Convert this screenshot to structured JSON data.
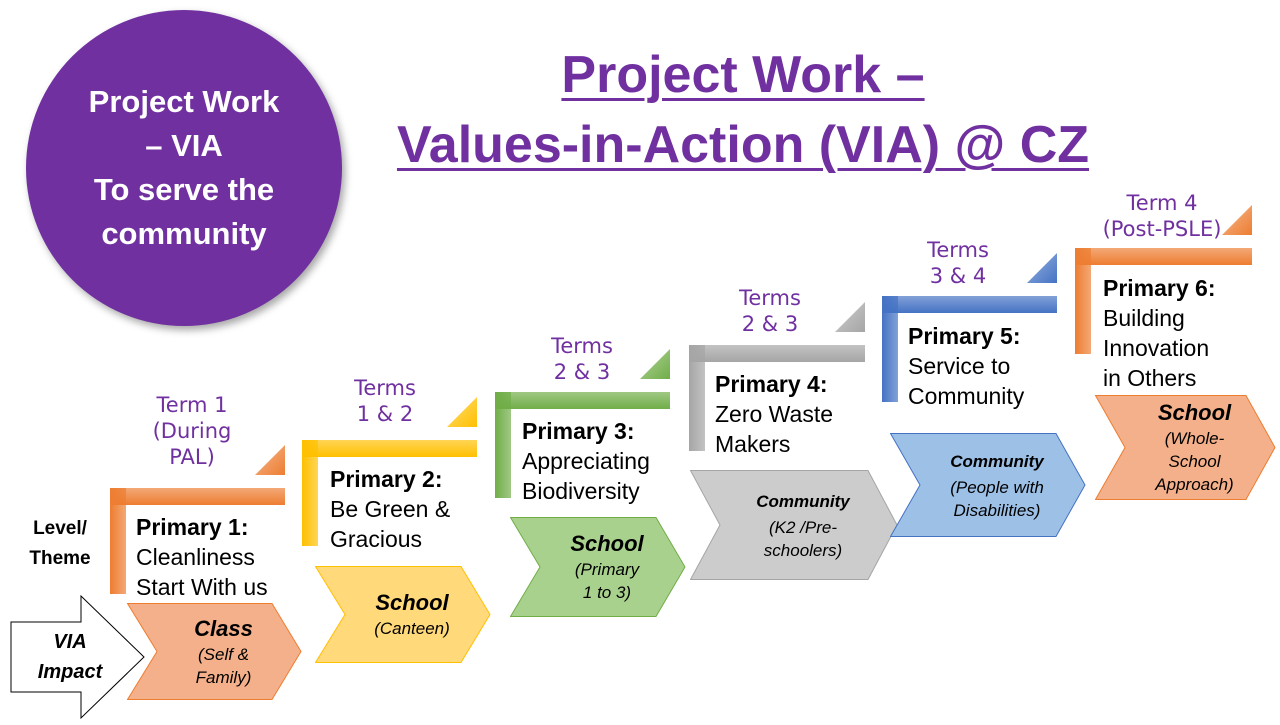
{
  "circle_text": [
    "Project Work",
    "– VIA",
    "To serve the",
    "community"
  ],
  "title": {
    "line1": "Project Work –",
    "line2": "Values-in-Action (VIA) @ CZ"
  },
  "level_theme": [
    "Level/",
    "Theme"
  ],
  "via_impact": [
    "VIA",
    "Impact"
  ],
  "colors": {
    "purple": "#7030a0"
  },
  "stages": [
    {
      "term": [
        "Term 1",
        "(During",
        "PAL)"
      ],
      "level": "Primary 1:",
      "theme": [
        "Cleanliness",
        "Start With us"
      ],
      "impact": "Class",
      "impact_detail": [
        "(Self &",
        "Family)"
      ],
      "color": "#ed7d31",
      "fill": "#f4b08a"
    },
    {
      "term": [
        "Terms",
        "1 & 2"
      ],
      "level": "Primary 2:",
      "theme": [
        "Be Green &",
        "Gracious"
      ],
      "impact": "School",
      "impact_detail": [
        "(Canteen)"
      ],
      "color": "#ffc000",
      "fill": "#ffd97a"
    },
    {
      "term": [
        "Terms",
        "2 & 3"
      ],
      "level": "Primary 3:",
      "theme": [
        "Appreciating",
        "Biodiversity"
      ],
      "impact": "School",
      "impact_detail": [
        "(Primary",
        "1 to 3)"
      ],
      "color": "#70ad47",
      "fill": "#a9d18e"
    },
    {
      "term": [
        "Terms",
        "2 & 3"
      ],
      "level": "Primary 4:",
      "theme": [
        "Zero Waste",
        "Makers"
      ],
      "impact": "Community",
      "impact_detail": [
        "(K2 /Pre-",
        "schoolers)"
      ],
      "color": "#a5a5a5",
      "fill": "#cccccc"
    },
    {
      "term": [
        "Terms",
        "3 & 4"
      ],
      "level": "Primary 5:",
      "theme": [
        "Service to",
        "Community"
      ],
      "impact": "Community",
      "impact_detail": [
        "(People with",
        "Disabilities)"
      ],
      "color": "#4472c4",
      "fill": "#9dc0e6"
    },
    {
      "term": [
        "Term 4",
        "(Post-PSLE)"
      ],
      "level": "Primary 6:",
      "theme": [
        "Building",
        "Innovation",
        "in Others"
      ],
      "impact": "School",
      "impact_detail": [
        "(Whole-",
        "School",
        "Approach)"
      ],
      "color": "#ed7d31",
      "fill": "#f4b08a"
    }
  ]
}
